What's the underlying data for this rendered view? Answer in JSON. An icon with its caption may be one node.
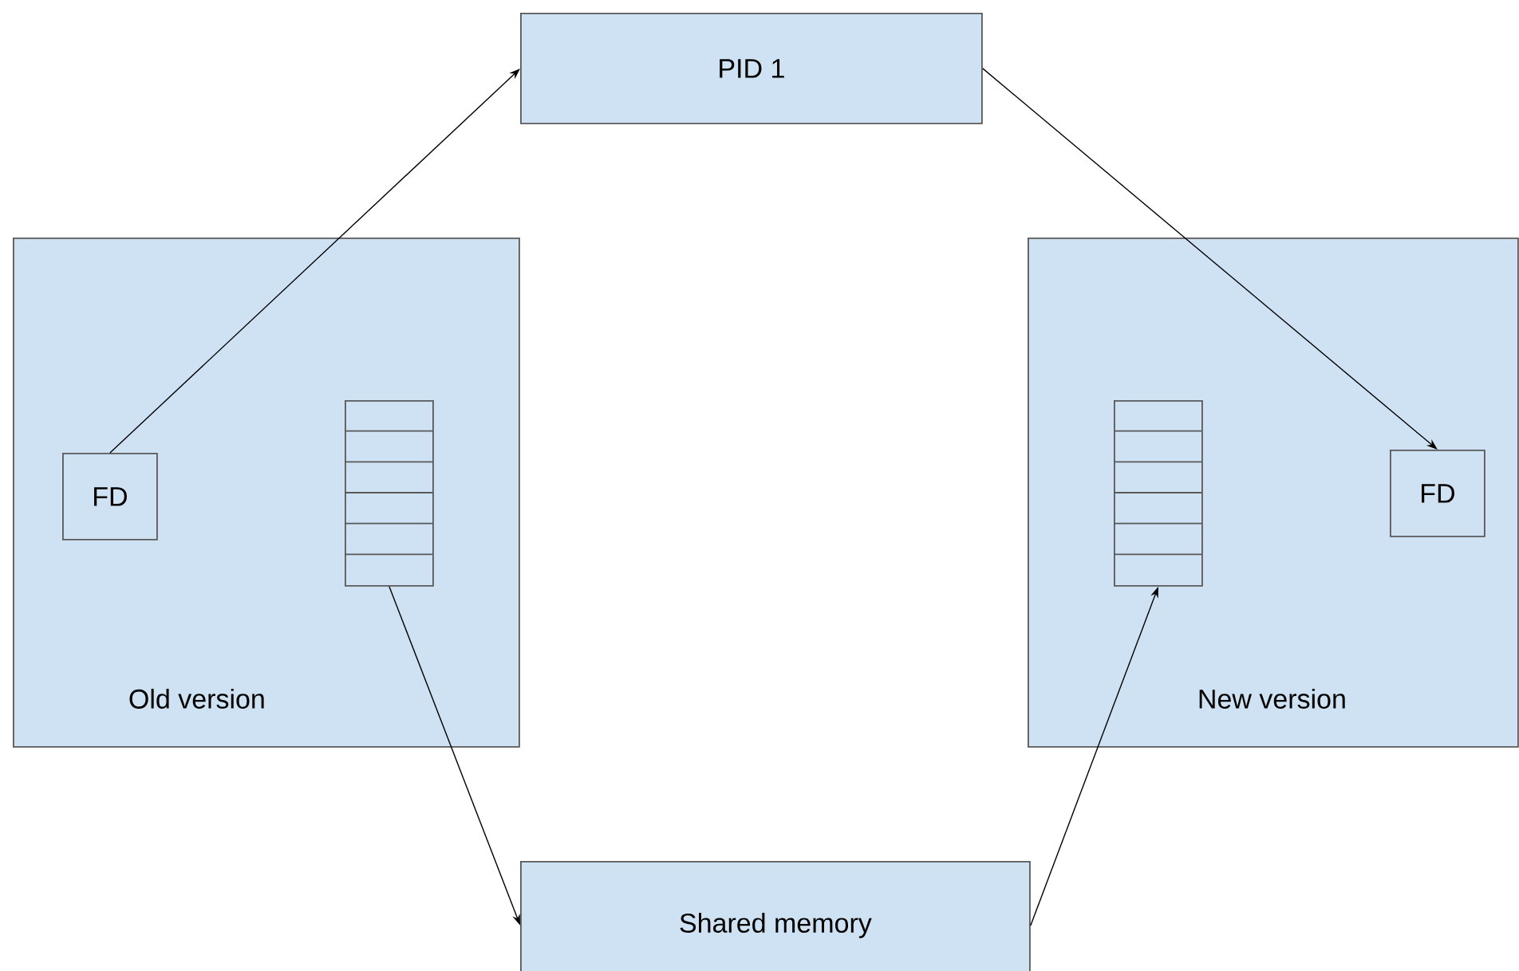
{
  "diagram": {
    "nodes": [
      {
        "text": [
          "PID 1"
        ]
      },
      {
        "text": [
          "Old version"
        ]
      },
      {
        "text": [
          "FD"
        ],
        "in": 1
      },
      {
        "text": [],
        "shape": "box",
        "in": 1
      },
      {
        "text": [
          "New version"
        ]
      },
      {
        "text": [],
        "shape": "box",
        "in": 4
      },
      {
        "text": [
          "FD"
        ],
        "in": 4
      },
      {
        "text": [
          "Shared memory"
        ]
      }
    ],
    "edges": [
      {
        "from": 2,
        "to": 0,
        "arrow": "to"
      },
      {
        "from": 0,
        "to": 6,
        "arrow": "to"
      },
      {
        "from": 3,
        "to": 7,
        "arrow": "to"
      },
      {
        "from": 7,
        "to": 5,
        "arrow": "to"
      }
    ]
  }
}
